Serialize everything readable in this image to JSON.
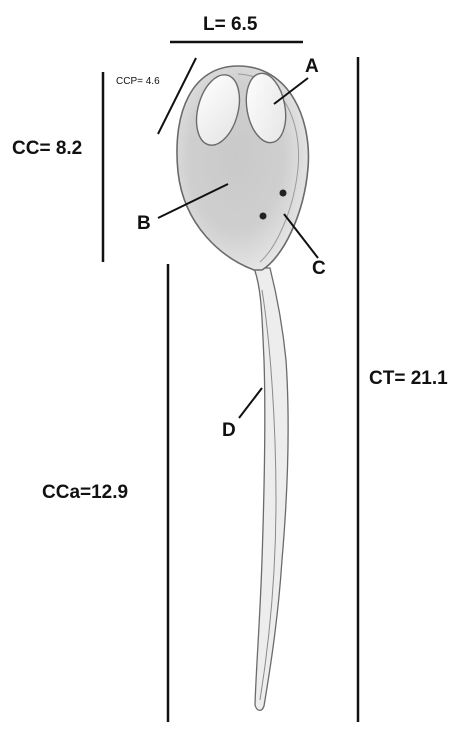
{
  "measurements": {
    "width": "L= 6.5",
    "head_length": "CC= 8.2",
    "head_partial": "CCP= 4.6",
    "tail_length": "CCa=12.9",
    "total_length": "CT= 21.1"
  },
  "parts": {
    "a": "A",
    "b": "B",
    "c": "C",
    "d": "D"
  },
  "colors": {
    "ink": "#111111",
    "shell": "#d6d6d6",
    "shell_edge": "#6b6b6b",
    "chamber": "#f2f2f2"
  }
}
